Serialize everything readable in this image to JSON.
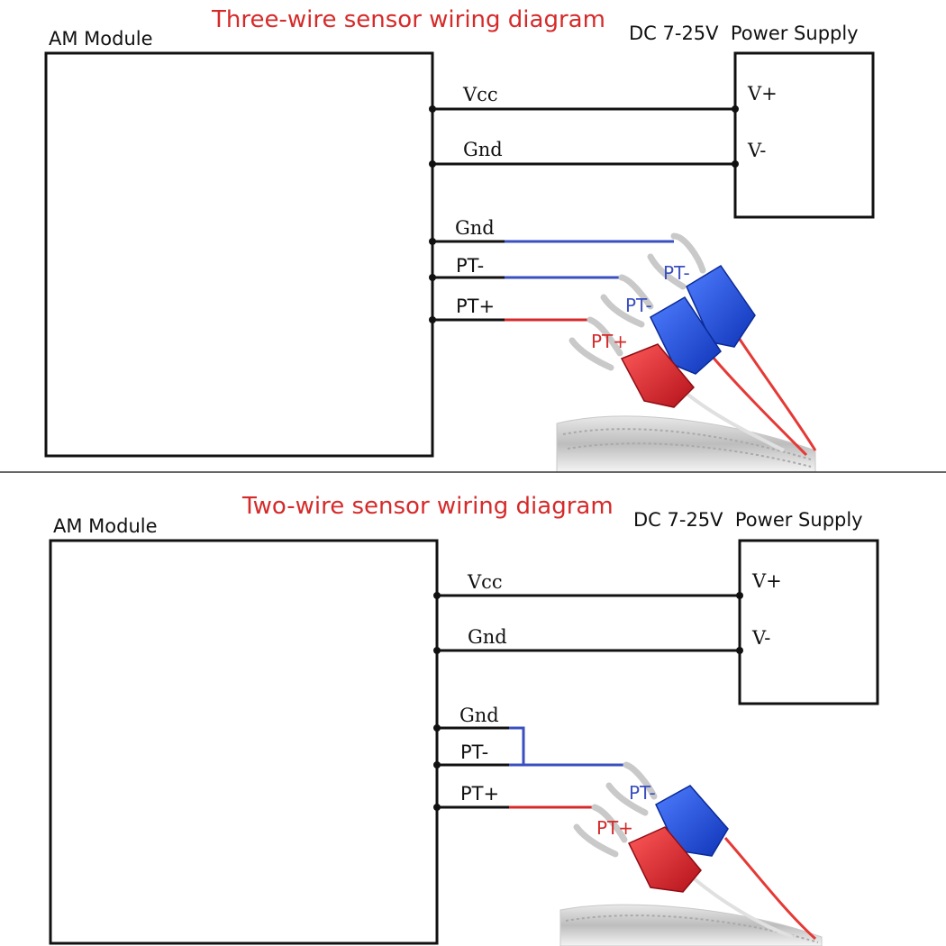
{
  "colors": {
    "title": "#d62a2a",
    "line": "#111111",
    "blue_wire": "#3a4fc0",
    "red_wire": "#d62a2a",
    "blue_label": "#3a4fc0",
    "red_label": "#d62a2a",
    "blue_terminal": "#1f4fe0",
    "red_terminal": "#e01b24",
    "separator": "#333333"
  },
  "panels": [
    {
      "id": "three-wire",
      "title": "Three-wire sensor wiring diagram",
      "module_label": "AM Module",
      "supply_label": "DC 7-25V  Power Supply",
      "vcc_label": "Vcc",
      "gnd_label": "Gnd",
      "v_plus_label": "V+",
      "v_minus_label": "V-",
      "sensor_gnd_label": "Gnd",
      "pt_minus_label": "PT-",
      "pt_plus_label": "PT+",
      "terminal_labels": [
        "PT-",
        "PT-",
        "PT+"
      ]
    },
    {
      "id": "two-wire",
      "title": "Two-wire sensor wiring diagram",
      "module_label": "AM Module",
      "supply_label": "DC 7-25V  Power Supply",
      "vcc_label": "Vcc",
      "gnd_label": "Gnd",
      "v_plus_label": "V+",
      "v_minus_label": "V-",
      "sensor_gnd_label": "Gnd",
      "pt_minus_label": "PT-",
      "pt_plus_label": "PT+",
      "terminal_labels": [
        "PT-",
        "PT+"
      ]
    }
  ]
}
